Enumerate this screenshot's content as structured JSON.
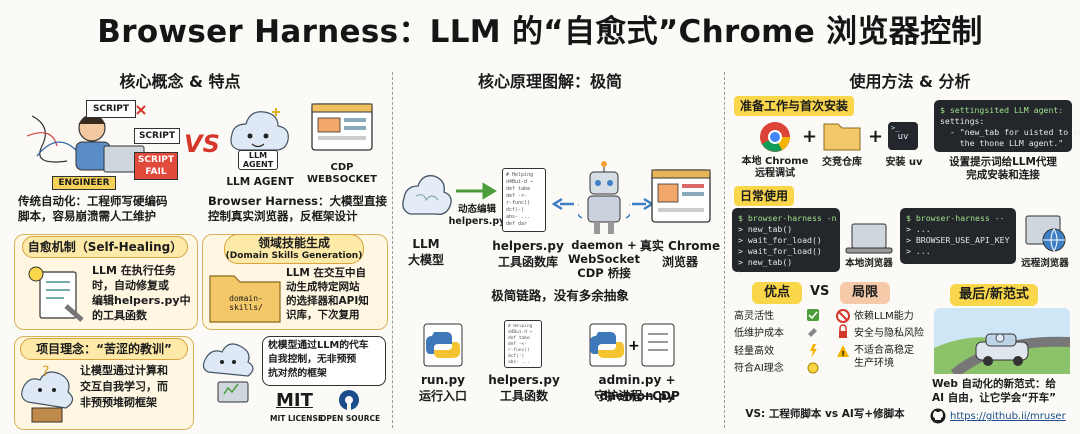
{
  "title": "Browser Harness：LLM 的“自愈式”Chrome 浏览器控制",
  "col1": {
    "heading": "核心概念 & 特点",
    "script_labels": [
      "SCRIPT",
      "SCRIPT",
      "SCRIPT\nFAIL"
    ],
    "engineer": "ENGINEER",
    "vs": "VS",
    "llm_agent_bubble": "LLM\nAGENT",
    "llm_agent": "LLM AGENT",
    "cdp_websocket": "CDP\nWEBSOCKET",
    "traditional": "传统自动化：工程师写硬编码\n脚本，容易崩溃需人工维护",
    "harness_desc": "Browser Harness：大模型直接\n控制真实浏览器，反框架设计",
    "self_healing_title": "自愈机制（Self-Healing）",
    "self_healing_text": "LLM 在执行任务\n时，自动修复或\n编辑helpers.py中\n的工具函数",
    "domain_title": "领域技能生成",
    "domain_subtitle": "(Domain Skills Generation)",
    "domain_folder": "domain-skills/",
    "domain_text": "LLM 在交互中自\n动生成特定网站\n的选择器和API知\n识库，下次复用",
    "lesson_title": "项目理念：“苦涩的教训”",
    "lesson_text": "让模型通过计算和\n交互自我学习，而\n非预预堆砌框架",
    "bubble_text": "枕模型通过LLM的代车\n自我控制，无非预预\n抗对然的框架",
    "mit": "MIT",
    "mit_license": "MIT LICENSE",
    "open_source": "OPEN SOURCE"
  },
  "col2": {
    "heading": "核心原理图解：极简",
    "llm": "LLM\n大模型",
    "edit_label": "动态编辑\nhelpers.py",
    "helpers": "helpers.py\n工具函数库",
    "daemon": "daemon +\nWebSocket\nCDP 桥接",
    "browser": "真实 Chrome\n浏览器",
    "chain": "极简链路，没有多余抽象",
    "files": [
      {
        "name": "run.py",
        "desc": "运行入口"
      },
      {
        "name": "helpers.py",
        "desc": "工具函数"
      },
      {
        "name": "admin.py + daemon.py",
        "desc": "守护进程+CDP"
      }
    ],
    "code_snippet": "# Helping\nd4Bui-d ←\ndef tabe\ndef -<-\nr-func()\ndcf(-)\nabs- ...\ndef dar"
  },
  "col3": {
    "heading": "使用方法 & 分析",
    "prep_title": "准备工作与首次安装",
    "local_chrome": "本地 Chrome\n远程调试",
    "repo": "交竞仓库",
    "install_uv": "安装 uv",
    "uv_label": "uv",
    "terminal1": [
      "$ settingsited LLM agent:",
      "settings:",
      "  - \"new_tab for uisted to se",
      "    the thone LLM agent.\""
    ],
    "prompt_note": "设置提示词给LLM代理\n完成安装和连接",
    "daily_title": "日常使用",
    "terminal2": [
      "$ browser-harness -n",
      "> new_tab()",
      "> wait_for_load()",
      "> wait_for_load()",
      "> new_tab()",
      "> ..."
    ],
    "terminal3": [
      "$ browser-harness --",
      "> ...",
      "> BROWSER_USE_API_KEY",
      "> ..."
    ],
    "local_browser": "本地浏览器",
    "remote_browser": "远程浏览器",
    "pros_title": "优点",
    "vs": "VS",
    "cons_title": "局限",
    "pros": [
      "高灵活性",
      "低维护成本",
      "轻量高效",
      "符合AI理念"
    ],
    "cons": [
      "依赖LLM能力",
      "安全与隐私风险",
      "不适合高稳定\n生产环境"
    ],
    "paradigm_title": "最后/新范式",
    "paradigm_text": "Web 自动化的新范式：给\nAI 自由，让它学会“开车”",
    "compare": "VS: 工程师脚本 vs AI写+修脚本",
    "github": "https://github.ii/mruser"
  },
  "colors": {
    "accent_yellow": "#f9d64a",
    "box_border": "#d7b25a",
    "box_fill": "#fff7e2",
    "red": "#d6372b",
    "green": "#4a9d3a",
    "blue": "#3e7fc5"
  }
}
